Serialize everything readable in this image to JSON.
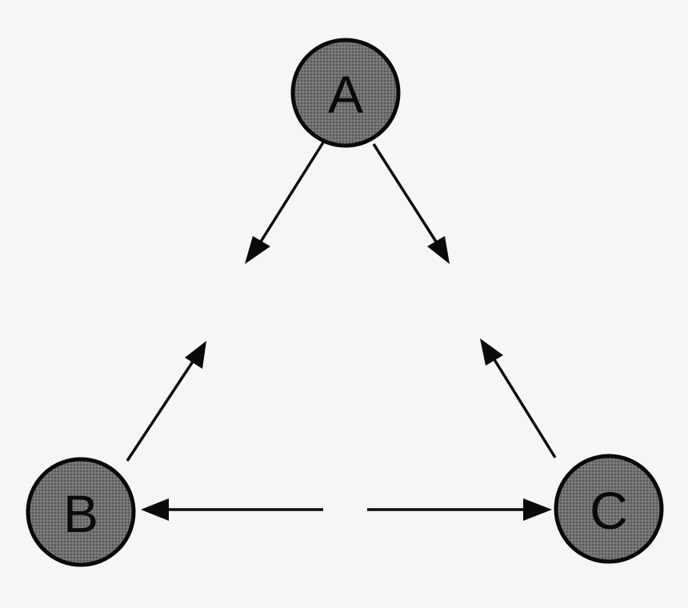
{
  "diagram": {
    "nodes": [
      {
        "id": "A",
        "label": "A"
      },
      {
        "id": "B",
        "label": "B"
      },
      {
        "id": "C",
        "label": "C"
      }
    ],
    "edges": [
      {
        "from": "A",
        "toward": "B"
      },
      {
        "from": "A",
        "toward": "C"
      },
      {
        "from": "B",
        "toward": "A"
      },
      {
        "from": "C",
        "toward": "A"
      },
      {
        "from": "B",
        "toward": "C"
      },
      {
        "from": "C",
        "toward": "B"
      }
    ],
    "colors": {
      "background": "#f6f6f6",
      "node_fill": "#6f6f6f",
      "stroke": "#0a0a0a"
    }
  }
}
